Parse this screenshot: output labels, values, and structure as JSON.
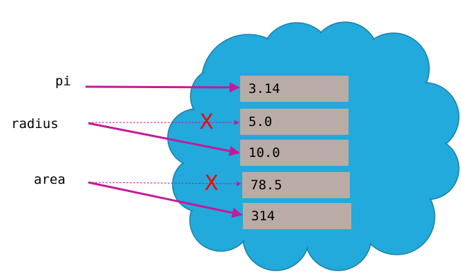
{
  "variables": [
    {
      "name": "pi"
    },
    {
      "name": "radius"
    },
    {
      "name": "area"
    }
  ],
  "values": [
    {
      "text": "3.14"
    },
    {
      "text": "5.0"
    },
    {
      "text": "10.0"
    },
    {
      "text": "78.5"
    },
    {
      "text": "314"
    }
  ],
  "crossed_out_mark": "X",
  "colors": {
    "cloud_fill": "#21aadb",
    "cloud_stroke": "#1a7fa6",
    "value_box": "#b9aca6",
    "arrow": "#c6189a",
    "cross": "#ff0000"
  }
}
